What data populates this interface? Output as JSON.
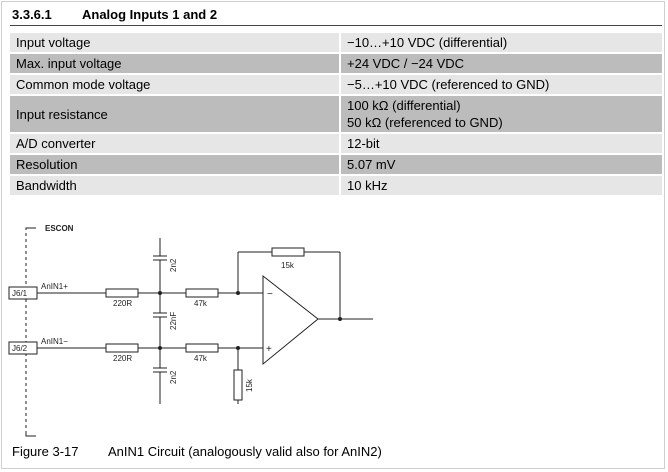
{
  "section": {
    "number": "3.3.6.1",
    "title": "Analog Inputs 1 and 2"
  },
  "specs": [
    {
      "label": "Input voltage",
      "value": "−10…+10 VDC (differential)"
    },
    {
      "label": "Max. input voltage",
      "value": "+24 VDC / −24 VDC"
    },
    {
      "label": "Common mode voltage",
      "value": "−5…+10 VDC (referenced to GND)"
    },
    {
      "label": "Input resistance",
      "value": "100 kΩ (differential)",
      "value2": "50 kΩ (referenced to GND)"
    },
    {
      "label": "A/D converter",
      "value": "12-bit"
    },
    {
      "label": "Resolution",
      "value": "5.07 mV"
    },
    {
      "label": "Bandwidth",
      "value": "10 kHz"
    }
  ],
  "circuit": {
    "boundary_label": "ESCON",
    "connector1": "J6/1",
    "connector2": "J6/2",
    "signal1": "AnIN1+",
    "signal2": "AnIN1−",
    "r_input1": "220R",
    "r_input2": "220R",
    "r_series1": "47k",
    "r_series2": "47k",
    "r_feedback": "15k",
    "r_ground": "15k",
    "c_top": "2n2",
    "c_mid": "22nF",
    "c_bottom": "2n2",
    "opamp_minus": "−",
    "opamp_plus": "+"
  },
  "caption": {
    "figure": "Figure 3-17",
    "text": "AnIN1 Circuit (analogously valid also for AnIN2)"
  }
}
